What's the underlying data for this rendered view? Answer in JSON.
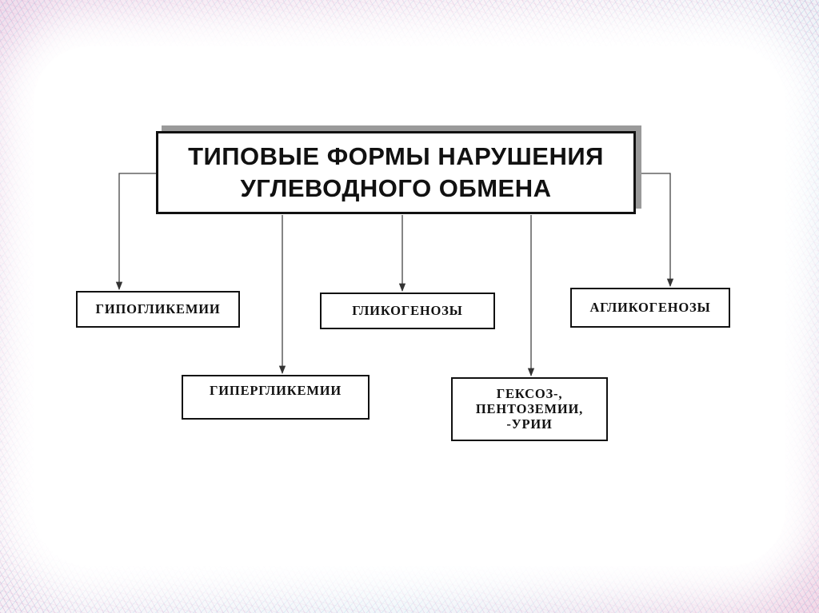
{
  "diagram": {
    "title_line1": "ТИПОВЫЕ ФОРМЫ НАРУШЕНИЯ",
    "title_line2": "УГЛЕВОДНОГО ОБМЕНА",
    "boxes": {
      "hypoglycemia": "ГИПОГЛИКЕМИИ",
      "glycogenoses": "ГЛИКОГЕНОЗЫ",
      "aglycogenoses": "АГЛИКОГЕНОЗЫ",
      "hyperglycemia": "ГИПЕРГЛИКЕМИИ",
      "hexose_line1": "ГЕКСОЗ-,",
      "hexose_line2": "ПЕНТОЗЕМИИ,",
      "hexose_line3": "-УРИИ"
    }
  }
}
